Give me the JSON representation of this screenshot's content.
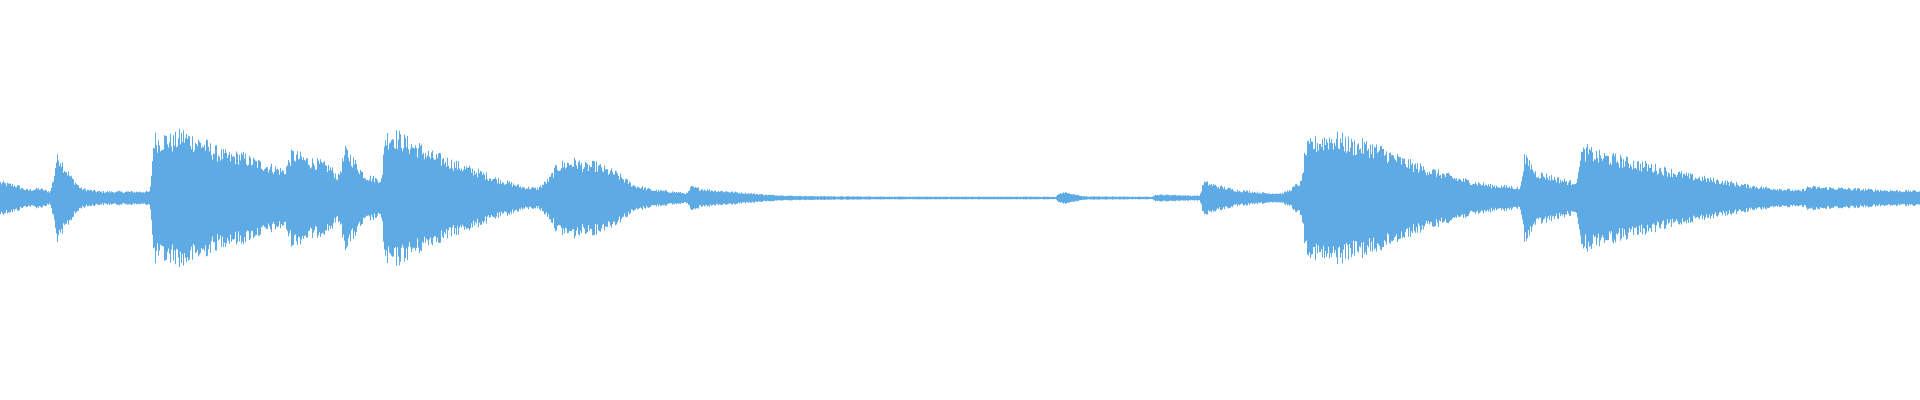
{
  "waveform": {
    "color": "#5DAAE4",
    "background": "#ffffff",
    "envelope": [
      [
        0.0,
        0.1
      ],
      [
        0.003,
        0.09
      ],
      [
        0.008,
        0.08
      ],
      [
        0.014,
        0.05
      ],
      [
        0.02,
        0.06
      ],
      [
        0.026,
        0.04
      ],
      [
        0.028,
        0.14
      ],
      [
        0.029,
        0.24
      ],
      [
        0.031,
        0.26
      ],
      [
        0.033,
        0.2
      ],
      [
        0.037,
        0.13
      ],
      [
        0.042,
        0.06
      ],
      [
        0.046,
        0.05
      ],
      [
        0.052,
        0.04
      ],
      [
        0.06,
        0.04
      ],
      [
        0.078,
        0.04
      ],
      [
        0.08,
        0.38
      ],
      [
        0.083,
        0.36
      ],
      [
        0.086,
        0.38
      ],
      [
        0.09,
        0.36
      ],
      [
        0.095,
        0.4
      ],
      [
        0.1,
        0.37
      ],
      [
        0.105,
        0.35
      ],
      [
        0.11,
        0.31
      ],
      [
        0.115,
        0.28
      ],
      [
        0.12,
        0.26
      ],
      [
        0.125,
        0.27
      ],
      [
        0.13,
        0.24
      ],
      [
        0.135,
        0.22
      ],
      [
        0.14,
        0.2
      ],
      [
        0.148,
        0.17
      ],
      [
        0.152,
        0.28
      ],
      [
        0.156,
        0.26
      ],
      [
        0.16,
        0.24
      ],
      [
        0.166,
        0.22
      ],
      [
        0.172,
        0.19
      ],
      [
        0.176,
        0.13
      ],
      [
        0.18,
        0.3
      ],
      [
        0.185,
        0.22
      ],
      [
        0.19,
        0.14
      ],
      [
        0.196,
        0.12
      ],
      [
        0.199,
        0.12
      ],
      [
        0.2,
        0.38
      ],
      [
        0.204,
        0.4
      ],
      [
        0.208,
        0.38
      ],
      [
        0.212,
        0.35
      ],
      [
        0.218,
        0.32
      ],
      [
        0.224,
        0.27
      ],
      [
        0.232,
        0.24
      ],
      [
        0.24,
        0.2
      ],
      [
        0.248,
        0.17
      ],
      [
        0.256,
        0.13
      ],
      [
        0.264,
        0.1
      ],
      [
        0.272,
        0.07
      ],
      [
        0.28,
        0.06
      ],
      [
        0.284,
        0.1
      ],
      [
        0.286,
        0.12
      ],
      [
        0.29,
        0.2
      ],
      [
        0.295,
        0.22
      ],
      [
        0.3,
        0.23
      ],
      [
        0.305,
        0.2
      ],
      [
        0.31,
        0.21
      ],
      [
        0.315,
        0.18
      ],
      [
        0.32,
        0.16
      ],
      [
        0.325,
        0.12
      ],
      [
        0.33,
        0.08
      ],
      [
        0.34,
        0.05
      ],
      [
        0.35,
        0.04
      ],
      [
        0.358,
        0.03
      ],
      [
        0.36,
        0.07
      ],
      [
        0.364,
        0.06
      ],
      [
        0.37,
        0.05
      ],
      [
        0.38,
        0.04
      ],
      [
        0.39,
        0.03
      ],
      [
        0.4,
        0.02
      ],
      [
        0.41,
        0.015
      ],
      [
        0.42,
        0.012
      ],
      [
        0.44,
        0.01
      ],
      [
        0.47,
        0.008
      ],
      [
        0.5,
        0.008
      ],
      [
        0.53,
        0.008
      ],
      [
        0.55,
        0.008
      ],
      [
        0.552,
        0.03
      ],
      [
        0.556,
        0.035
      ],
      [
        0.56,
        0.02
      ],
      [
        0.565,
        0.01
      ],
      [
        0.59,
        0.008
      ],
      [
        0.6,
        0.008
      ],
      [
        0.602,
        0.02
      ],
      [
        0.61,
        0.02
      ],
      [
        0.62,
        0.015
      ],
      [
        0.625,
        0.015
      ],
      [
        0.627,
        0.1
      ],
      [
        0.63,
        0.09
      ],
      [
        0.636,
        0.07
      ],
      [
        0.644,
        0.05
      ],
      [
        0.652,
        0.04
      ],
      [
        0.66,
        0.03
      ],
      [
        0.668,
        0.03
      ],
      [
        0.672,
        0.05
      ],
      [
        0.675,
        0.08
      ],
      [
        0.678,
        0.1
      ],
      [
        0.68,
        0.3
      ],
      [
        0.683,
        0.34
      ],
      [
        0.687,
        0.36
      ],
      [
        0.692,
        0.38
      ],
      [
        0.698,
        0.37
      ],
      [
        0.704,
        0.34
      ],
      [
        0.712,
        0.33
      ],
      [
        0.72,
        0.3
      ],
      [
        0.728,
        0.25
      ],
      [
        0.736,
        0.21
      ],
      [
        0.744,
        0.18
      ],
      [
        0.752,
        0.15
      ],
      [
        0.76,
        0.12
      ],
      [
        0.768,
        0.1
      ],
      [
        0.776,
        0.08
      ],
      [
        0.788,
        0.07
      ],
      [
        0.792,
        0.06
      ],
      [
        0.794,
        0.25
      ],
      [
        0.797,
        0.22
      ],
      [
        0.8,
        0.16
      ],
      [
        0.806,
        0.14
      ],
      [
        0.812,
        0.12
      ],
      [
        0.818,
        0.1
      ],
      [
        0.822,
        0.11
      ],
      [
        0.823,
        0.28
      ],
      [
        0.827,
        0.3
      ],
      [
        0.832,
        0.27
      ],
      [
        0.838,
        0.26
      ],
      [
        0.845,
        0.24
      ],
      [
        0.852,
        0.22
      ],
      [
        0.86,
        0.2
      ],
      [
        0.87,
        0.17
      ],
      [
        0.88,
        0.14
      ],
      [
        0.89,
        0.12
      ],
      [
        0.9,
        0.1
      ],
      [
        0.91,
        0.08
      ],
      [
        0.92,
        0.065
      ],
      [
        0.93,
        0.055
      ],
      [
        0.938,
        0.045
      ],
      [
        0.94,
        0.055
      ],
      [
        0.942,
        0.07
      ],
      [
        0.95,
        0.065
      ],
      [
        0.96,
        0.06
      ],
      [
        0.97,
        0.055
      ],
      [
        0.98,
        0.05
      ],
      [
        0.99,
        0.045
      ],
      [
        1.0,
        0.045
      ]
    ]
  }
}
